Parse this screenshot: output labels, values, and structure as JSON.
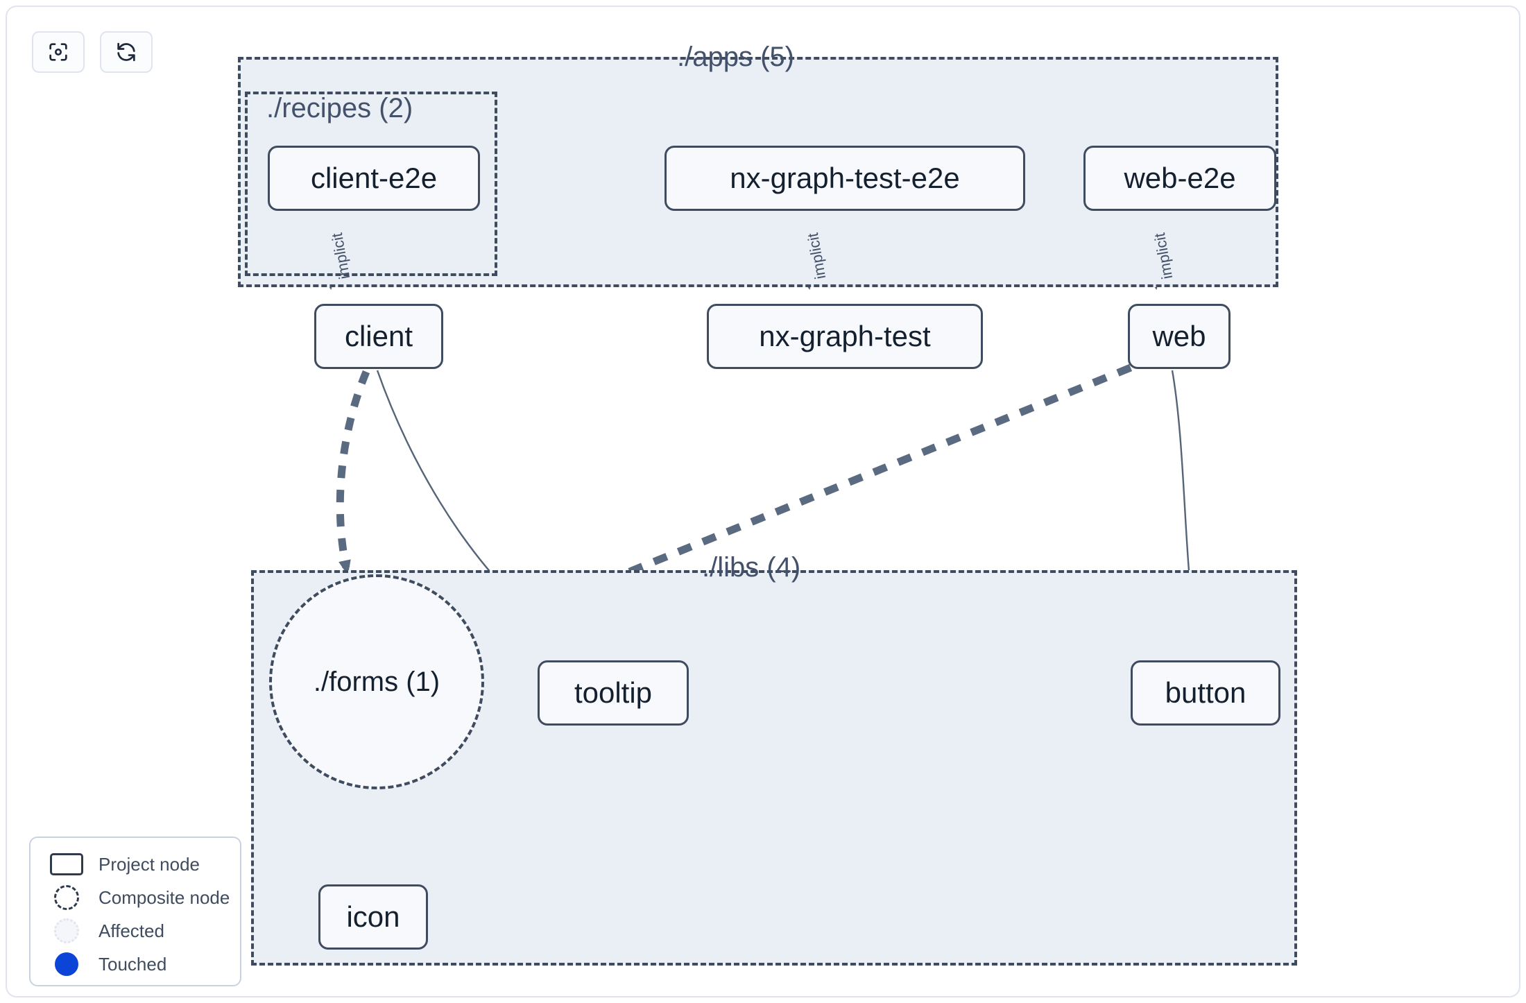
{
  "toolbar": {
    "buttons": [
      {
        "name": "focus-graph-button",
        "icon": "focus-target-icon",
        "label": "Focus graph"
      },
      {
        "name": "refresh-graph-button",
        "icon": "refresh-icon",
        "label": "Refresh graph"
      }
    ]
  },
  "graph": {
    "groups": [
      {
        "id": "apps",
        "label": "./apps (5)"
      },
      {
        "id": "recipes",
        "label": "./recipes (2)"
      },
      {
        "id": "libs",
        "label": "./libs (4)"
      }
    ],
    "nodes": [
      {
        "id": "client-e2e",
        "label": "client-e2e",
        "type": "project"
      },
      {
        "id": "nx-graph-test-e2e",
        "label": "nx-graph-test-e2e",
        "type": "project"
      },
      {
        "id": "web-e2e",
        "label": "web-e2e",
        "type": "project"
      },
      {
        "id": "client",
        "label": "client",
        "type": "project"
      },
      {
        "id": "nx-graph-test",
        "label": "nx-graph-test",
        "type": "project"
      },
      {
        "id": "web",
        "label": "web",
        "type": "project"
      },
      {
        "id": "forms",
        "label": "./forms (1)",
        "type": "composite"
      },
      {
        "id": "tooltip",
        "label": "tooltip",
        "type": "project"
      },
      {
        "id": "button",
        "label": "button",
        "type": "project"
      },
      {
        "id": "icon",
        "label": "icon",
        "type": "project"
      }
    ],
    "edges": [
      {
        "from": "client-e2e",
        "to": "client",
        "label": "implicit",
        "style": "solid"
      },
      {
        "from": "nx-graph-test-e2e",
        "to": "nx-graph-test",
        "label": "implicit",
        "style": "solid"
      },
      {
        "from": "web-e2e",
        "to": "web",
        "label": "implicit",
        "style": "solid"
      },
      {
        "from": "client",
        "to": "forms",
        "label": "",
        "style": "dashed"
      },
      {
        "from": "client",
        "to": "tooltip",
        "label": "",
        "style": "solid"
      },
      {
        "from": "web",
        "to": "forms",
        "label": "",
        "style": "dashed"
      },
      {
        "from": "web",
        "to": "button",
        "label": "",
        "style": "solid"
      },
      {
        "from": "forms",
        "to": "icon",
        "label": "",
        "style": "dashed"
      }
    ],
    "edge_labels": [
      {
        "id": "implicit-client",
        "text": "implicit"
      },
      {
        "id": "implicit-nx-graph-test",
        "text": "implicit"
      },
      {
        "id": "implicit-web",
        "text": "implicit"
      }
    ]
  },
  "legend": {
    "items": [
      {
        "swatch": "project-node-swatch",
        "label": "Project node"
      },
      {
        "swatch": "composite-node-swatch",
        "label": "Composite node"
      },
      {
        "swatch": "affected-swatch",
        "label": "Affected"
      },
      {
        "swatch": "touched-swatch",
        "label": "Touched"
      }
    ]
  },
  "colors": {
    "group_fill": "#eaeef5",
    "group_border": "#3f4c60",
    "node_fill": "#f7f9fc",
    "node_border": "#3f4c60",
    "node_text": "#15202f",
    "edge": "#566478",
    "touched": "#0b44d6",
    "panel_border": "#dfe4ee"
  }
}
